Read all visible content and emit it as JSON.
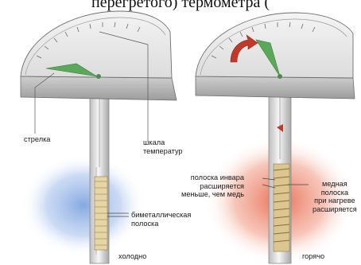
{
  "top_caption": "перегретого) термометра (",
  "labels": {
    "pointer": "стрелка",
    "scale": "шкала\nтемператур",
    "bimetal_strip": "биметаллическая\nполоска",
    "cold": "холодно",
    "invar": "полоска инвара\nрасширяется\nменьше, чем медь",
    "copper": "медная\nполоска\nпри нагреве\nрасширяется",
    "hot": "горячо"
  },
  "colors": {
    "needle": "#5aa85a",
    "arrow": "#c0392b",
    "cold_glow": "#7ea4e0",
    "hot_glow": "#e8664a",
    "case": "#d9d9d9"
  }
}
